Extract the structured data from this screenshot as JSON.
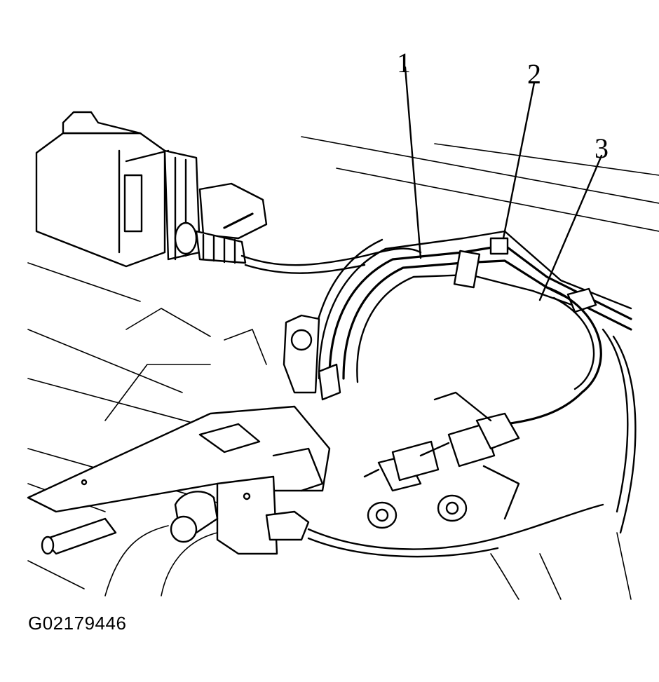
{
  "callouts": [
    {
      "id": "1",
      "label": "1"
    },
    {
      "id": "2",
      "label": "2"
    },
    {
      "id": "3",
      "label": "3"
    }
  ],
  "figure_id": "G02179446"
}
